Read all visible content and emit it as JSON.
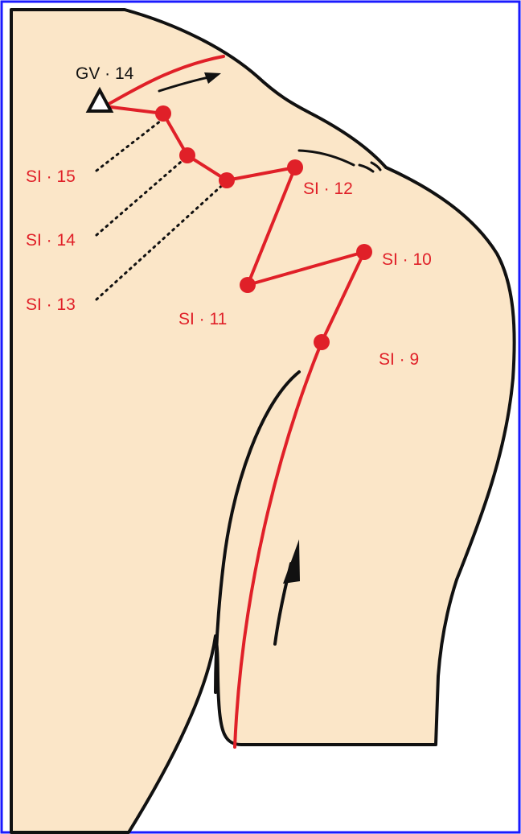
{
  "figure": {
    "colors": {
      "frame": "#1a1aff",
      "skin": "#fbe6c8",
      "outline": "#111111",
      "meridian": "#e02028",
      "points": "#e02028",
      "guide_dots": "#111111",
      "arrows": "#111111"
    },
    "labels": {
      "gv14": "GV · 14",
      "si15": "SI · 15",
      "si14": "SI · 14",
      "si13": "SI · 13",
      "si12": "SI · 12",
      "si11": "SI · 11",
      "si10": "SI · 10",
      "si9": "SI · 9"
    },
    "icons": {
      "gv14_marker": "triangle-outline-icon",
      "upper_arrow": "arrow-right-icon",
      "lower_arrow": "arrow-up-icon"
    }
  }
}
